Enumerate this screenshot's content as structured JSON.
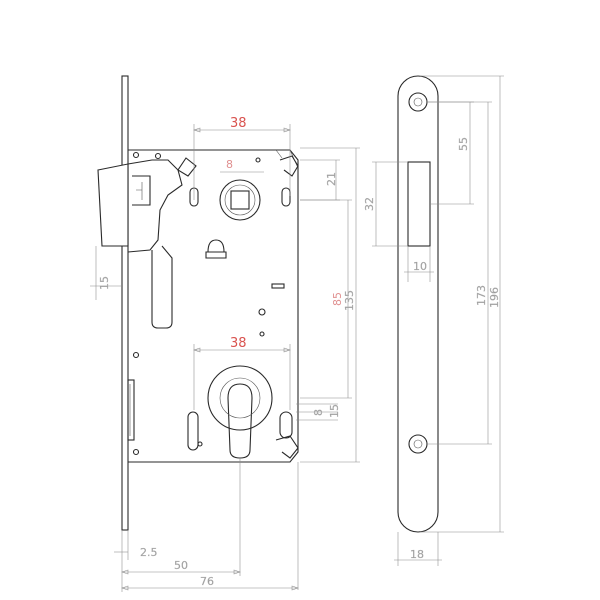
{
  "dimensions": {
    "backset_top": "38",
    "square_spindle": "8",
    "distance_top_hole": "21",
    "handle_to_cyl": "85",
    "body_height": "135",
    "backset_bottom": "38",
    "cyl_small_1": "8",
    "cyl_small_2": "15",
    "latch_offset": "15",
    "faceplate_thickness": "2.5",
    "backset": "50",
    "case_depth": "76",
    "strike_top": "55",
    "strike_height": "32",
    "strike_width": "10",
    "strike_screw_distance": "173",
    "strike_total": "196",
    "strike_plate_width": "18"
  },
  "colors": {
    "ink": "#2a2a2a",
    "dimension_line": "#8a8a8a",
    "dimension_text": "#9a9a9a",
    "highlight_text": "#d9534f"
  }
}
